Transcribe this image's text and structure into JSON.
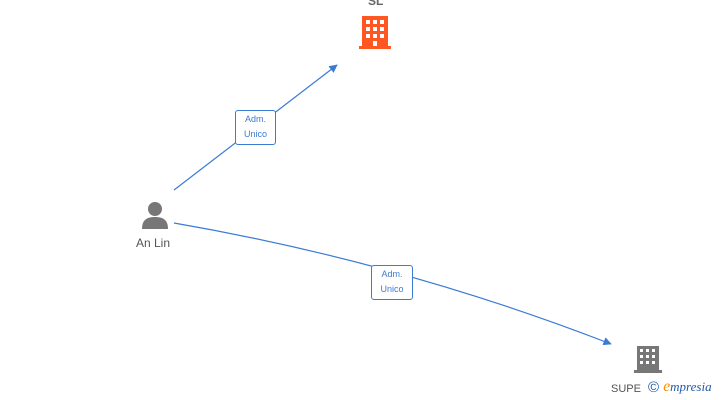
{
  "nodes": {
    "company_top": {
      "label": "SL",
      "type": "company",
      "color": "#ff5722",
      "icon": "building-icon"
    },
    "person": {
      "label": "An Lin",
      "type": "person",
      "color": "#777777",
      "icon": "person-icon"
    },
    "company_bottom": {
      "label": "SUPE",
      "type": "company",
      "color": "#777777",
      "icon": "building-icon"
    }
  },
  "edges": [
    {
      "from": "An Lin",
      "to": "SL",
      "label_line1": "Adm.",
      "label_line2": "Unico"
    },
    {
      "from": "An Lin",
      "to": "SUPE",
      "label_line1": "Adm.",
      "label_line2": "Unico"
    }
  ],
  "colors": {
    "edge": "#3a7bd5"
  },
  "watermark": {
    "copyright": "©",
    "brand_initial": "e",
    "brand_rest": "mpresia"
  }
}
